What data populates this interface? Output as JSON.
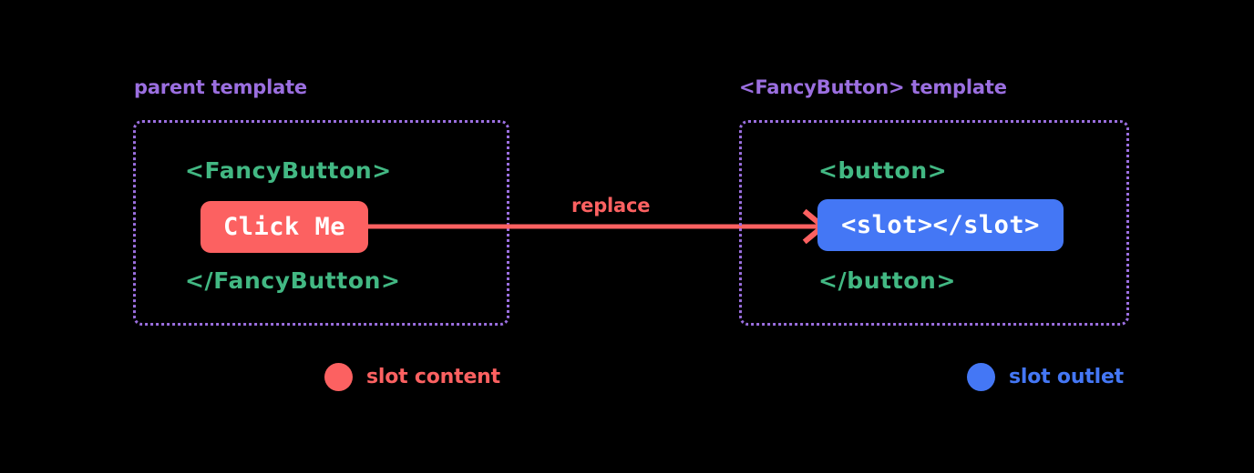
{
  "diagram": {
    "background_color": "#000000",
    "accent_purple": "#9b6fe0",
    "accent_green": "#42b883",
    "accent_red": "#fc6161",
    "accent_blue": "#4477f5"
  },
  "panels": {
    "left": {
      "title": "parent template",
      "open_tag": "<FancyButton>",
      "close_tag": "</FancyButton>",
      "chip_text": "Click Me"
    },
    "right": {
      "title": "<FancyButton> template",
      "open_tag": "<button>",
      "close_tag": "</button>",
      "chip_text": "<slot></slot>"
    }
  },
  "arrow": {
    "label": "replace",
    "icon": "arrow-right-icon"
  },
  "legend": [
    {
      "label": "slot content",
      "color": "#fc6161",
      "icon": "red-dot-icon"
    },
    {
      "label": "slot outlet",
      "color": "#4477f5",
      "icon": "blue-dot-icon"
    }
  ]
}
